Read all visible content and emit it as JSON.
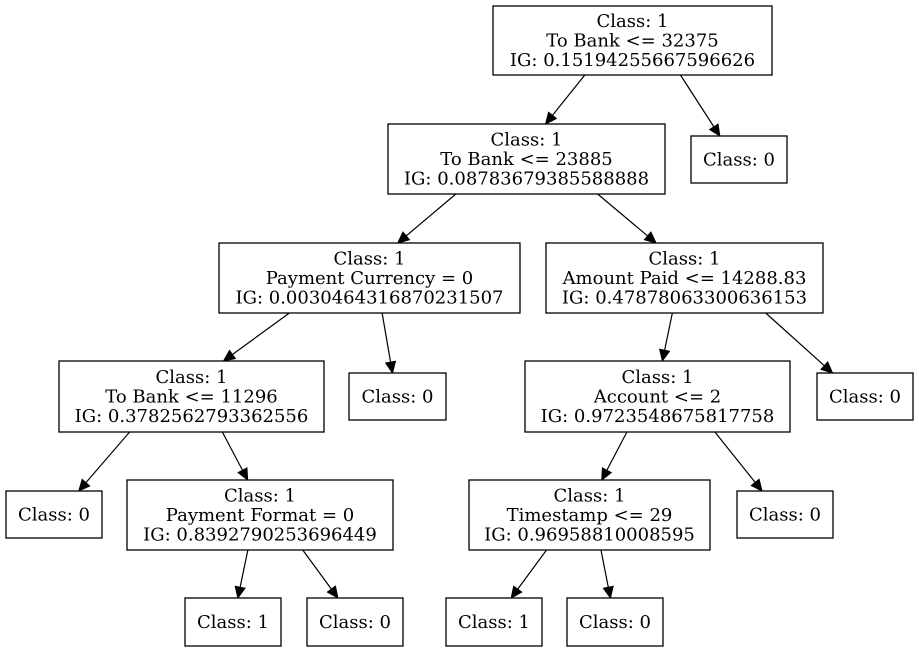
{
  "tree": {
    "nodes": [
      {
        "id": "n0",
        "lines": [
          "Class: 1",
          "To Bank <= 32375",
          "IG: 0.15194255667596626"
        ]
      },
      {
        "id": "n1",
        "lines": [
          "Class: 1",
          "To Bank <= 23885",
          "IG: 0.08783679385588888"
        ]
      },
      {
        "id": "n2",
        "lines": [
          "Class: 0"
        ]
      },
      {
        "id": "n3",
        "lines": [
          "Class: 1",
          "Payment Currency = 0",
          "IG: 0.0030464316870231507"
        ]
      },
      {
        "id": "n4",
        "lines": [
          "Class: 1",
          "Amount Paid <= 14288.83",
          "IG: 0.47878063300636153"
        ]
      },
      {
        "id": "n5",
        "lines": [
          "Class: 1",
          "To Bank <= 11296",
          "IG: 0.3782562793362556"
        ]
      },
      {
        "id": "n6",
        "lines": [
          "Class: 0"
        ]
      },
      {
        "id": "n7",
        "lines": [
          "Class: 1",
          "Account <= 2",
          "IG: 0.9723548675817758"
        ]
      },
      {
        "id": "n8",
        "lines": [
          "Class: 0"
        ]
      },
      {
        "id": "n9",
        "lines": [
          "Class: 0"
        ]
      },
      {
        "id": "n10",
        "lines": [
          "Class: 1",
          "Payment Format = 0",
          "IG: 0.8392790253696449"
        ]
      },
      {
        "id": "n11",
        "lines": [
          "Class: 1",
          "Timestamp <= 29",
          "IG: 0.96958810008595"
        ]
      },
      {
        "id": "n12",
        "lines": [
          "Class: 0"
        ]
      },
      {
        "id": "n13",
        "lines": [
          "Class: 1"
        ]
      },
      {
        "id": "n14",
        "lines": [
          "Class: 0"
        ]
      },
      {
        "id": "n15",
        "lines": [
          "Class: 1"
        ]
      },
      {
        "id": "n16",
        "lines": [
          "Class: 0"
        ]
      }
    ],
    "edges": [
      [
        "n0",
        "n1"
      ],
      [
        "n0",
        "n2"
      ],
      [
        "n1",
        "n3"
      ],
      [
        "n1",
        "n4"
      ],
      [
        "n3",
        "n5"
      ],
      [
        "n3",
        "n6"
      ],
      [
        "n4",
        "n7"
      ],
      [
        "n4",
        "n8"
      ],
      [
        "n5",
        "n9"
      ],
      [
        "n5",
        "n10"
      ],
      [
        "n7",
        "n11"
      ],
      [
        "n7",
        "n12"
      ],
      [
        "n10",
        "n13"
      ],
      [
        "n10",
        "n14"
      ],
      [
        "n11",
        "n15"
      ],
      [
        "n11",
        "n16"
      ]
    ]
  }
}
